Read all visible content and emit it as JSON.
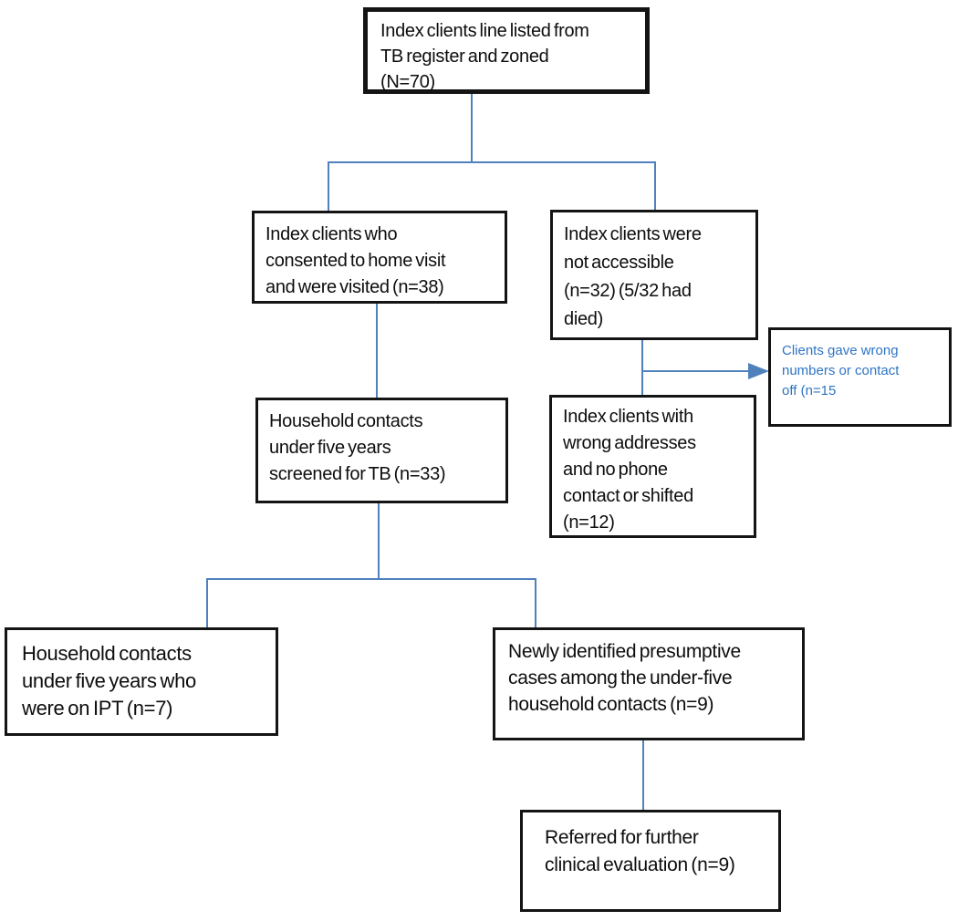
{
  "diagram": {
    "type": "flowchart",
    "connector_color": "#4F81BD",
    "box_border_color": "#141414",
    "callout_text_color": "#2E74C4"
  },
  "nodes": {
    "index_clients": "Index clients line listed from\nTB register and zoned\n(N=70)",
    "consented": "Index clients who\nconsented to home visit\nand were visited (n=38)",
    "not_accessible": "Index clients were\nnot accessible\n(n=32) (5/32 had\ndied)",
    "wrong_numbers": "Clients gave wrong\nnumbers or contact\noff (n=15",
    "screened": "Household contacts\nunder five years\nscreened for TB (n=33)",
    "wrong_addresses": "Index clients with\nwrong addresses\nand no phone\ncontact or shifted\n(n=12)",
    "on_ipt": "Household contacts\nunder five years who\nwere on IPT (n=7)",
    "presumptive": "Newly identified presumptive\ncases among the under-five\nhousehold contacts (n=9)",
    "referred": "Referred for further\nclinical evaluation (n=9)"
  },
  "counts": {
    "line_listed": 70,
    "consented_visited": 38,
    "not_accessible": 32,
    "died": "5/32",
    "wrong_numbers": 15,
    "screened": 33,
    "wrong_addresses": 12,
    "on_ipt": 7,
    "presumptive": 9,
    "referred": 9
  }
}
